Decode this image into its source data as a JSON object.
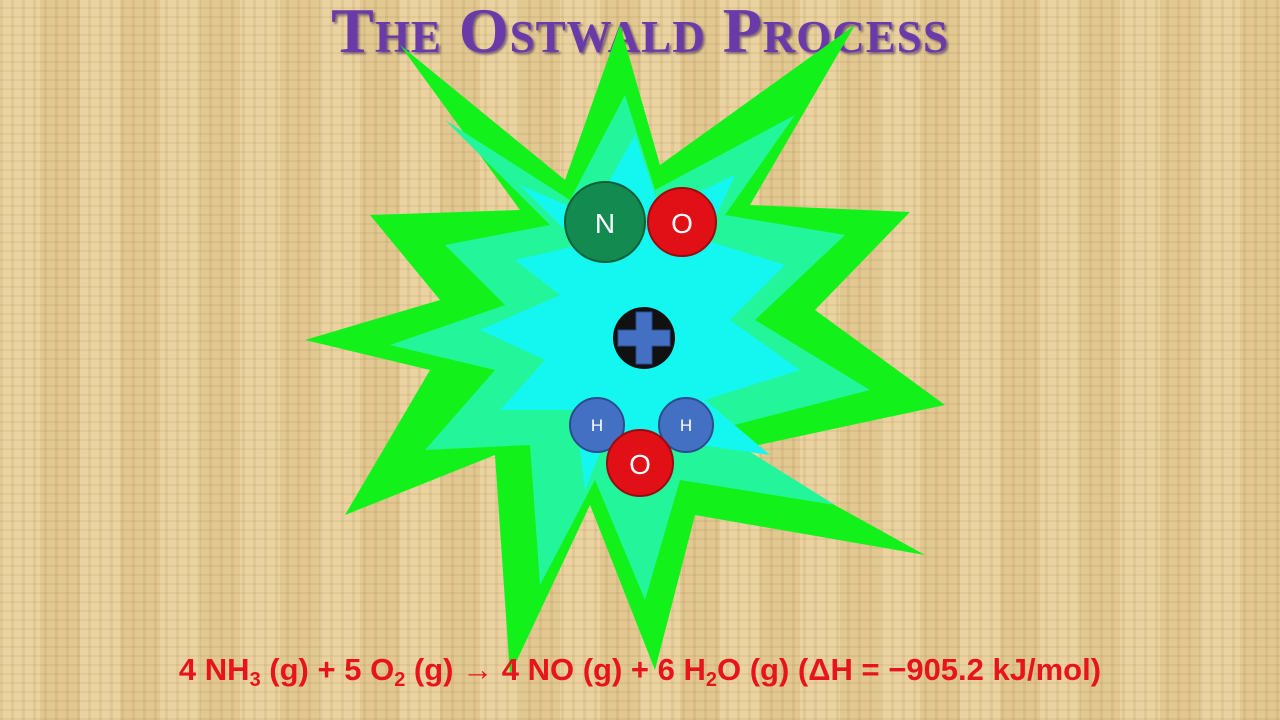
{
  "title": "The Ostwald Process",
  "colors": {
    "title": "#6a3aa8",
    "star_outer": "#12f21a",
    "star_middle": "#22f59a",
    "star_inner": "#14f7f0",
    "nitrogen": "#138a50",
    "oxygen": "#e01016",
    "hydrogen": "#4470c4",
    "plus_circle": "#111111",
    "plus_sign": "#4470c4",
    "equation": "#e8141c"
  },
  "diagram": {
    "no_molecule": {
      "atom1": "N",
      "atom2": "O"
    },
    "plus_icon": "plus-icon",
    "water_molecule": {
      "hydrogen1": "H",
      "hydrogen2": "H",
      "oxygen": "O"
    }
  },
  "equation": {
    "t1": "4 NH",
    "s1": "3",
    "t2": " (g) + 5 O",
    "s2": "2",
    "t3": " (g) → 4 NO (g) + 6 H",
    "s3": "2",
    "t4": "O (g) (ΔH = −905.2 kJ/mol)"
  }
}
